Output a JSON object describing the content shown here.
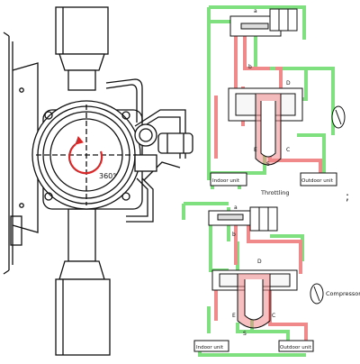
{
  "valve": {
    "rotation_label": "360°"
  },
  "cooling_diagram": {
    "port_a": "a",
    "port_b": "b",
    "port_d": "D",
    "port_e": "E",
    "port_s": "S",
    "port_c": "C",
    "indoor_unit": "Indoor unit",
    "outdoor_unit": "Outdoor unit",
    "throttling": "Throttling"
  },
  "heating_diagram": {
    "port_a": "a",
    "port_b": "b",
    "port_d": "D",
    "port_e": "E",
    "port_s": "S",
    "port_c": "C",
    "indoor_unit": "Indoor unit",
    "outdoor_unit": "Outdoor unit",
    "compressor": "Compressor"
  },
  "side_mark": ";",
  "colors": {
    "high_pressure": "#f08a8a",
    "low_pressure": "#7ee07e",
    "line": "#111111"
  }
}
